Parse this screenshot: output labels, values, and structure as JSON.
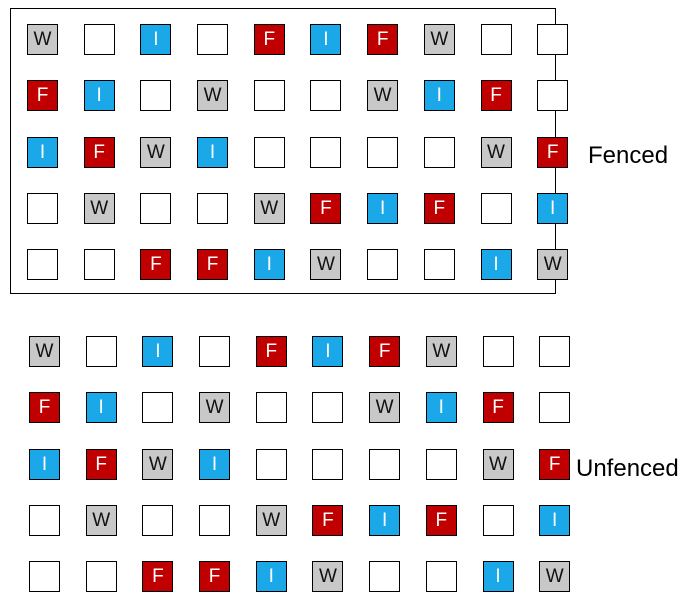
{
  "panels": [
    {
      "id": "fenced",
      "label": "Fenced",
      "fenced": true,
      "grid": [
        [
          "W",
          "",
          "I",
          "",
          "F",
          "I",
          "F",
          "W",
          "",
          ""
        ],
        [
          "F",
          "I",
          "",
          "W",
          "",
          "",
          "W",
          "I",
          "F",
          ""
        ],
        [
          "I",
          "F",
          "W",
          "I",
          "",
          "",
          "",
          "",
          "W",
          "F"
        ],
        [
          "",
          "W",
          "",
          "",
          "W",
          "F",
          "I",
          "F",
          "",
          "I"
        ],
        [
          "",
          "",
          "F",
          "F",
          "I",
          "W",
          "",
          "",
          "I",
          "W"
        ]
      ]
    },
    {
      "id": "unfenced",
      "label": "Unfenced",
      "fenced": false,
      "grid": [
        [
          "W",
          "",
          "I",
          "",
          "F",
          "I",
          "F",
          "W",
          "",
          ""
        ],
        [
          "F",
          "I",
          "",
          "W",
          "",
          "",
          "W",
          "I",
          "F",
          ""
        ],
        [
          "I",
          "F",
          "W",
          "I",
          "",
          "",
          "",
          "",
          "W",
          "F"
        ],
        [
          "",
          "W",
          "",
          "",
          "W",
          "F",
          "I",
          "F",
          "",
          "I"
        ],
        [
          "",
          "",
          "F",
          "F",
          "I",
          "W",
          "",
          "",
          "I",
          "W"
        ]
      ]
    }
  ],
  "colors": {
    "W": "#c8c8c8",
    "I": "#1aa8e8",
    "F": "#c00000",
    "empty": "#ffffff"
  }
}
